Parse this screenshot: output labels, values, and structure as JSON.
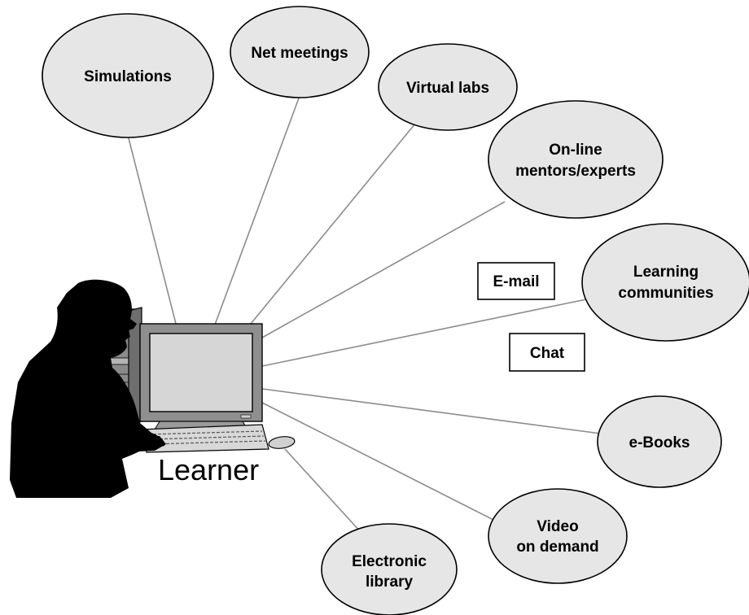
{
  "learner_label": "Learner",
  "nodes": [
    {
      "id": "simulations",
      "lines": [
        "Simulations"
      ]
    },
    {
      "id": "net-meetings",
      "lines": [
        "Net meetings"
      ]
    },
    {
      "id": "virtual-labs",
      "lines": [
        "Virtual labs"
      ]
    },
    {
      "id": "online-mentors",
      "lines": [
        "On-line",
        "mentors/experts"
      ]
    },
    {
      "id": "learning-communities",
      "lines": [
        "Learning",
        "communities"
      ]
    },
    {
      "id": "email",
      "lines": [
        "E-mail"
      ]
    },
    {
      "id": "chat",
      "lines": [
        "Chat"
      ]
    },
    {
      "id": "ebooks",
      "lines": [
        "e-Books"
      ]
    },
    {
      "id": "video-on-demand",
      "lines": [
        "Video",
        "on demand"
      ]
    },
    {
      "id": "electronic-library",
      "lines": [
        "Electronic",
        "library"
      ]
    }
  ]
}
